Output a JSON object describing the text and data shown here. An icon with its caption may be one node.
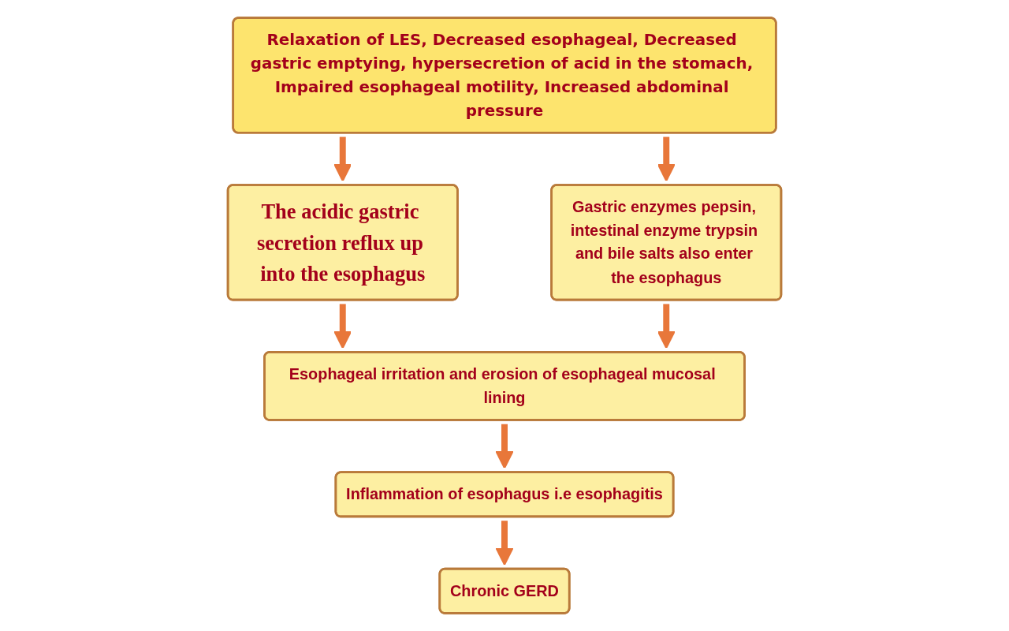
{
  "diagram": {
    "nodes": [
      {
        "text": [
          "Relaxation of LES, Decreased esophageal, Decreased gastric emptying, hypersecretion of acid in the stomach, Impaired esophageal motility, Increased abdominal pressure"
        ]
      },
      {
        "text": [
          "The acidic gastric secretion reflux up into the esophagus"
        ]
      },
      {
        "text": [
          "Gastric enzymes pepsin, intestinal enzyme trypsin and bile salts also enter the esophagus"
        ]
      },
      {
        "text": [
          "Esophageal irritation and erosion of esophageal mucosal lining"
        ]
      },
      {
        "text": [
          "Inflammation of esophagus i.e esophagitis"
        ]
      },
      {
        "text": [
          "Chronic GERD"
        ]
      }
    ],
    "edges": [
      {
        "from": 0,
        "to": 1,
        "arrow": "to"
      },
      {
        "from": 0,
        "to": 2,
        "arrow": "to"
      },
      {
        "from": 1,
        "to": 3,
        "arrow": "to"
      },
      {
        "from": 2,
        "to": 3,
        "arrow": "to"
      },
      {
        "from": 3,
        "to": 4,
        "arrow": "to"
      },
      {
        "from": 4,
        "to": 5,
        "arrow": "to"
      }
    ]
  }
}
